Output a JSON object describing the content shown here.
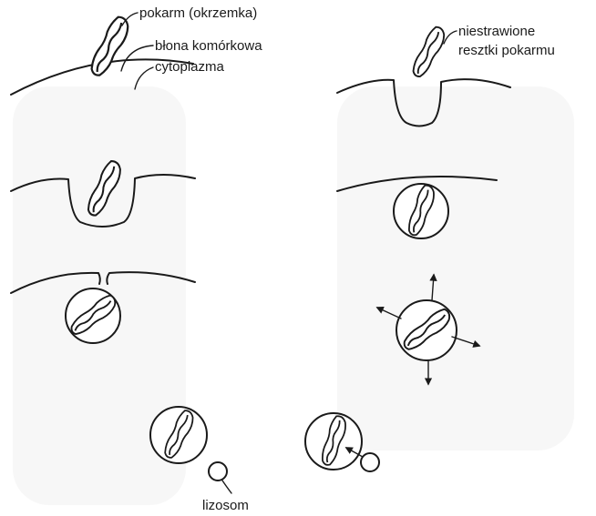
{
  "labels": {
    "food": "pokarm (okrzemka)",
    "membrane": "błona komórkowa",
    "cytoplasm": "cytoplazma",
    "undigested_line1": "niestrawione",
    "undigested_line2": "resztki pokarmu",
    "lysosome": "lizosom"
  },
  "stages": [
    "food-approach",
    "membrane-invagination",
    "vacuole-pinching-off",
    "lysosome-approach",
    "lysosome-fusion",
    "digestion-diffusion",
    "residue-vacuole",
    "exocytosis"
  ]
}
